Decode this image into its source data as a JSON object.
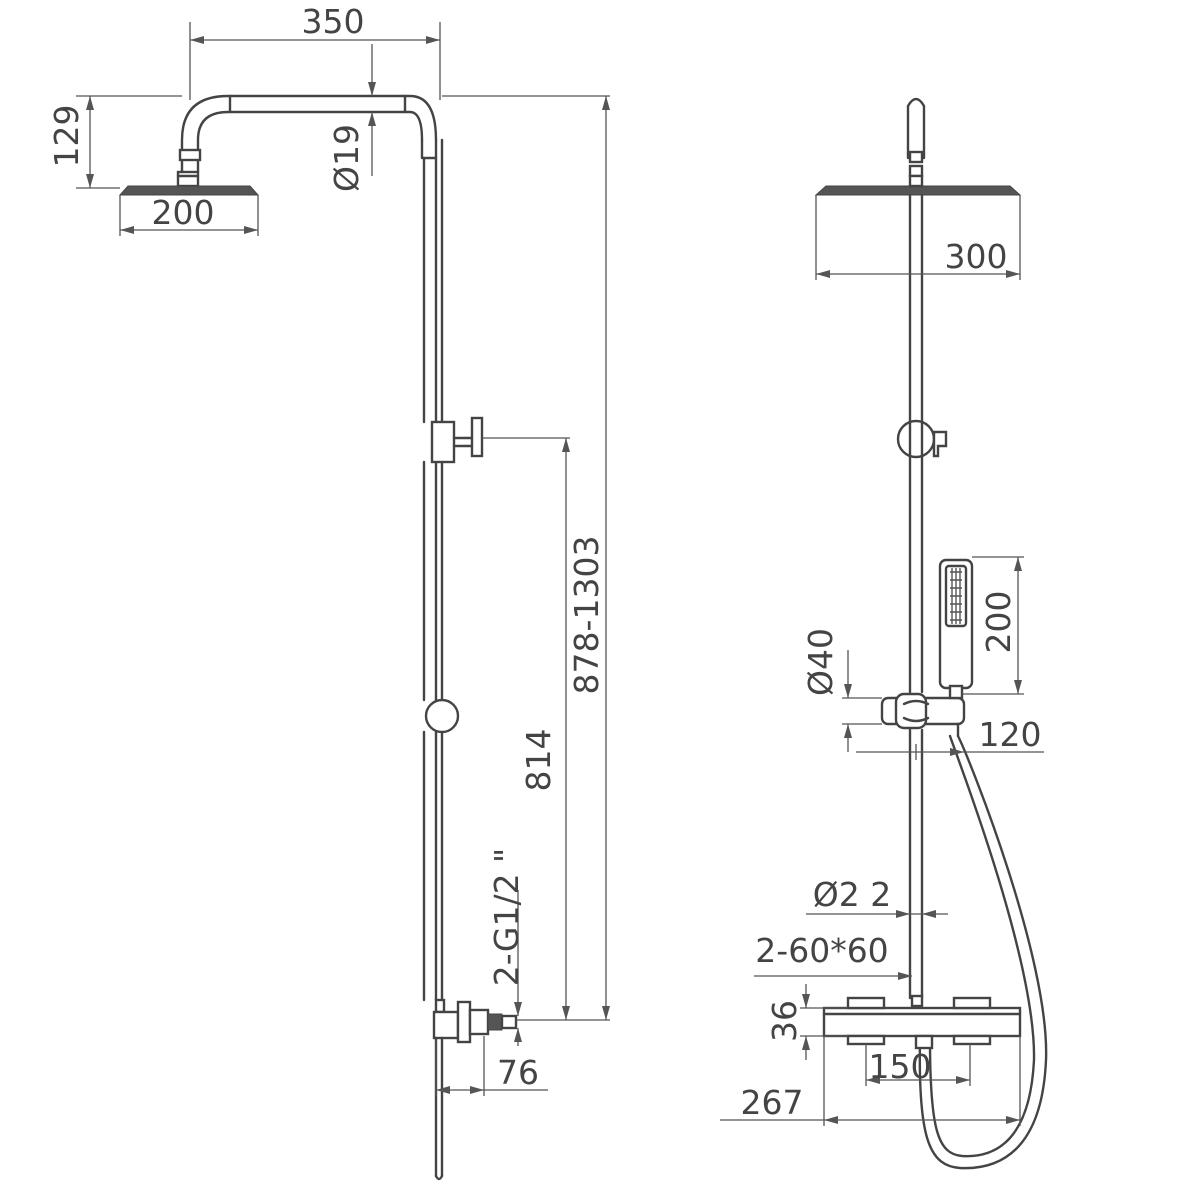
{
  "side_view": {
    "head_width": "200",
    "head_height": "129",
    "arm_length": "350",
    "pipe_diameter": "Ø19",
    "column_height": "878-1303",
    "holder_height": "814",
    "inlet_thread": "2-G1/2 \"",
    "inlet_offset": "76"
  },
  "front_view": {
    "head_width": "300",
    "handset_length": "200",
    "slider_diameter": "Ø40",
    "slider_projection": "120",
    "column_diameter": "Ø2 2",
    "escutcheons": "2-60*60",
    "valve_height": "36",
    "centers": "150",
    "total_width": "267"
  }
}
